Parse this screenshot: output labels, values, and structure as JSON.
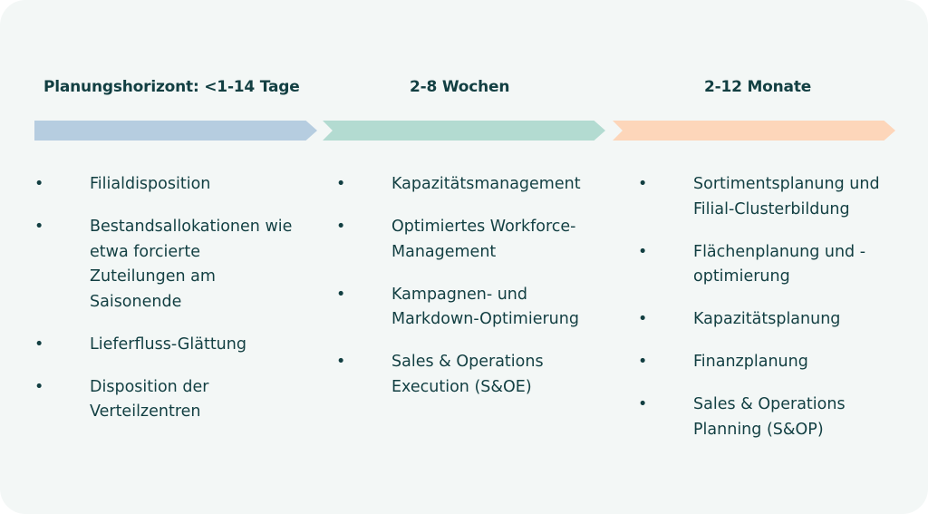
{
  "columns": [
    {
      "heading": "Planungshorizont: <1-14 Tage",
      "color": "#b6cde0",
      "items": [
        "Filialdisposition",
        "Bestandsallokationen wie etwa forcierte Zuteilungen am Saisonende",
        "Lieferfluss-Glättung",
        "Disposition der Verteilzentren"
      ]
    },
    {
      "heading": "2-8 Wochen",
      "color": "#b3dbd1",
      "items": [
        "Kapazitätsmanagement",
        "Optimiertes Workforce-Management",
        "Kampagnen- und Markdown-Optimierung",
        "Sales & Operations Execution (S&OE)"
      ]
    },
    {
      "heading": "2-12 Monate",
      "color": "#fdd6ba",
      "items": [
        "Sortimentsplanung und Filial-Clusterbildung",
        "Flächenplanung und -optimierung",
        "Kapazitätsplanung",
        "Finanzplanung",
        "Sales & Operations Planning  (S&OP)"
      ]
    }
  ],
  "bullet": "•"
}
